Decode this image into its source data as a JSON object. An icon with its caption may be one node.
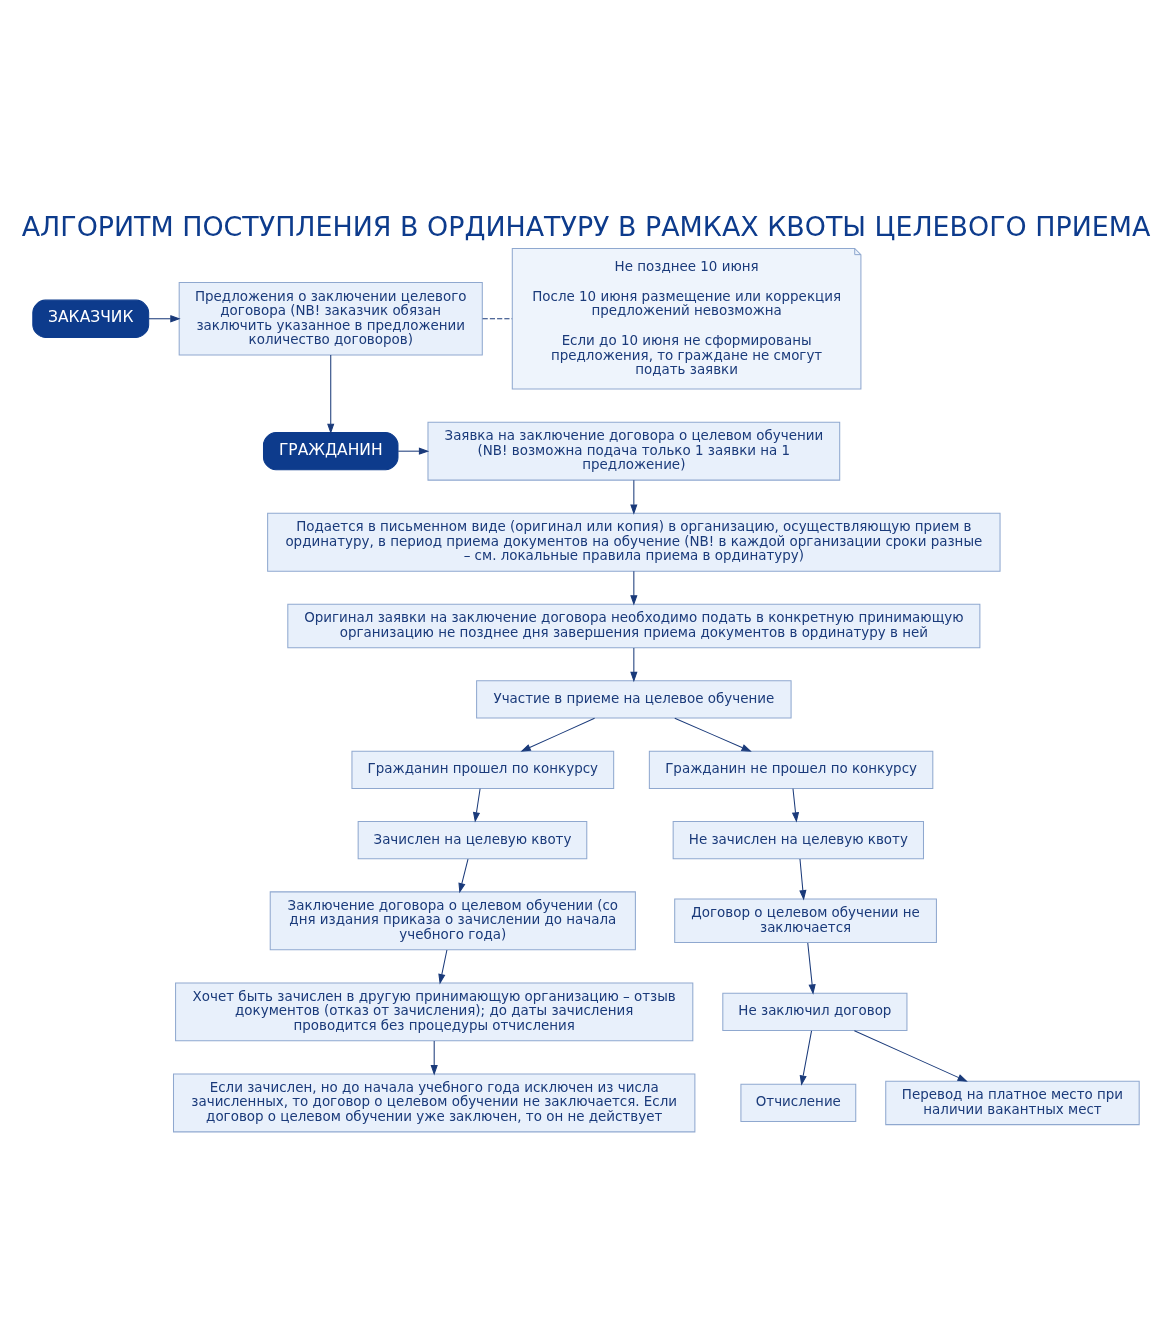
{
  "diagram": {
    "title": "АЛГОРИТМ ПОСТУПЛЕНИЯ В ОРДИНАТУРУ В РАМКАХ КВОТЫ ЦЕЛЕВОГО ПРИЕМА",
    "nodes": [
      {
        "text": [
          "ЗАКАЗЧИК"
        ]
      },
      {
        "text": [
          "Предложения о заключении целевого договора (NB! заказчик обязан заключить указанное в предложении количество договоров)"
        ]
      },
      {
        "text": [
          "Не позднее 10 июня",
          "После 10 июня размещение или коррекция предложений невозможна",
          "Если до 10 июня не сформированы предложения, то граждане не смогут подать заявки"
        ]
      },
      {
        "text": [
          "ГРАЖДАНИН"
        ]
      },
      {
        "text": [
          "Заявка на заключение договора о целевом обучении (NB! возможна подача только 1 заявки на 1 предложение)"
        ]
      },
      {
        "text": [
          "Подается в письменном виде (оригинал или копия) в организацию, осуществляющую прием в ординатуру, в период приема документов на обучение (NB! в каждой организации сроки разные – см. локальные правила приема в ординатуру)"
        ]
      },
      {
        "text": [
          "Оригинал заявки на заключение договора необходимо подать в конкретную принимающую организацию не позднее дня завершения приема документов в ординатуру в ней"
        ]
      },
      {
        "text": [
          "Участие в приеме на целевое обучение"
        ]
      },
      {
        "text": [
          "Гражданин прошел по конкурсу"
        ]
      },
      {
        "text": [
          "Гражданин не прошел по конкурсу"
        ]
      },
      {
        "text": [
          "Зачислен на целевую квоту"
        ]
      },
      {
        "text": [
          "Не зачислен на целевую квоту"
        ]
      },
      {
        "text": [
          "Заключение договора о целевом обучении (со дня издания приказа о зачислении до начала учебного года)"
        ]
      },
      {
        "text": [
          "Договор о целевом обучении не заключается"
        ]
      },
      {
        "text": [
          "Хочет быть зачислен в другую принимающую организацию – отзыв документов (отказ от зачисления); до даты зачисления проводится без процедуры отчисления"
        ]
      },
      {
        "text": [
          "Не заключил договор"
        ]
      },
      {
        "text": [
          "Если зачислен, но до начала учебного года исключен из числа зачисленных, то договор о целевом обучении не заключается. Если договор о целевом обучении уже заключен, то он не действует"
        ]
      },
      {
        "text": [
          "Отчисление"
        ]
      },
      {
        "text": [
          "Перевод на платное место при наличии вакантных мест"
        ]
      }
    ],
    "edges": [
      {
        "from": 0,
        "to": 1,
        "arrow": "to"
      },
      {
        "from": 1,
        "to": 3,
        "arrow": "to"
      },
      {
        "from": 1,
        "to": 2,
        "arrow": "none",
        "style": "dashed"
      },
      {
        "from": 3,
        "to": 4,
        "arrow": "to"
      },
      {
        "from": 4,
        "to": 5,
        "arrow": "to"
      },
      {
        "from": 5,
        "to": 6,
        "arrow": "to"
      },
      {
        "from": 6,
        "to": 7,
        "arrow": "to"
      },
      {
        "from": 7,
        "to": 8,
        "arrow": "to"
      },
      {
        "from": 7,
        "to": 9,
        "arrow": "to"
      },
      {
        "from": 8,
        "to": 10,
        "arrow": "to"
      },
      {
        "from": 9,
        "to": 11,
        "arrow": "to"
      },
      {
        "from": 10,
        "to": 12,
        "arrow": "to"
      },
      {
        "from": 11,
        "to": 13,
        "arrow": "to"
      },
      {
        "from": 12,
        "to": 14,
        "arrow": "to"
      },
      {
        "from": 13,
        "to": 15,
        "arrow": "to"
      },
      {
        "from": 14,
        "to": 16,
        "arrow": "to"
      },
      {
        "from": 15,
        "to": 17,
        "arrow": "to"
      },
      {
        "from": 15,
        "to": 18,
        "arrow": "to"
      }
    ]
  }
}
